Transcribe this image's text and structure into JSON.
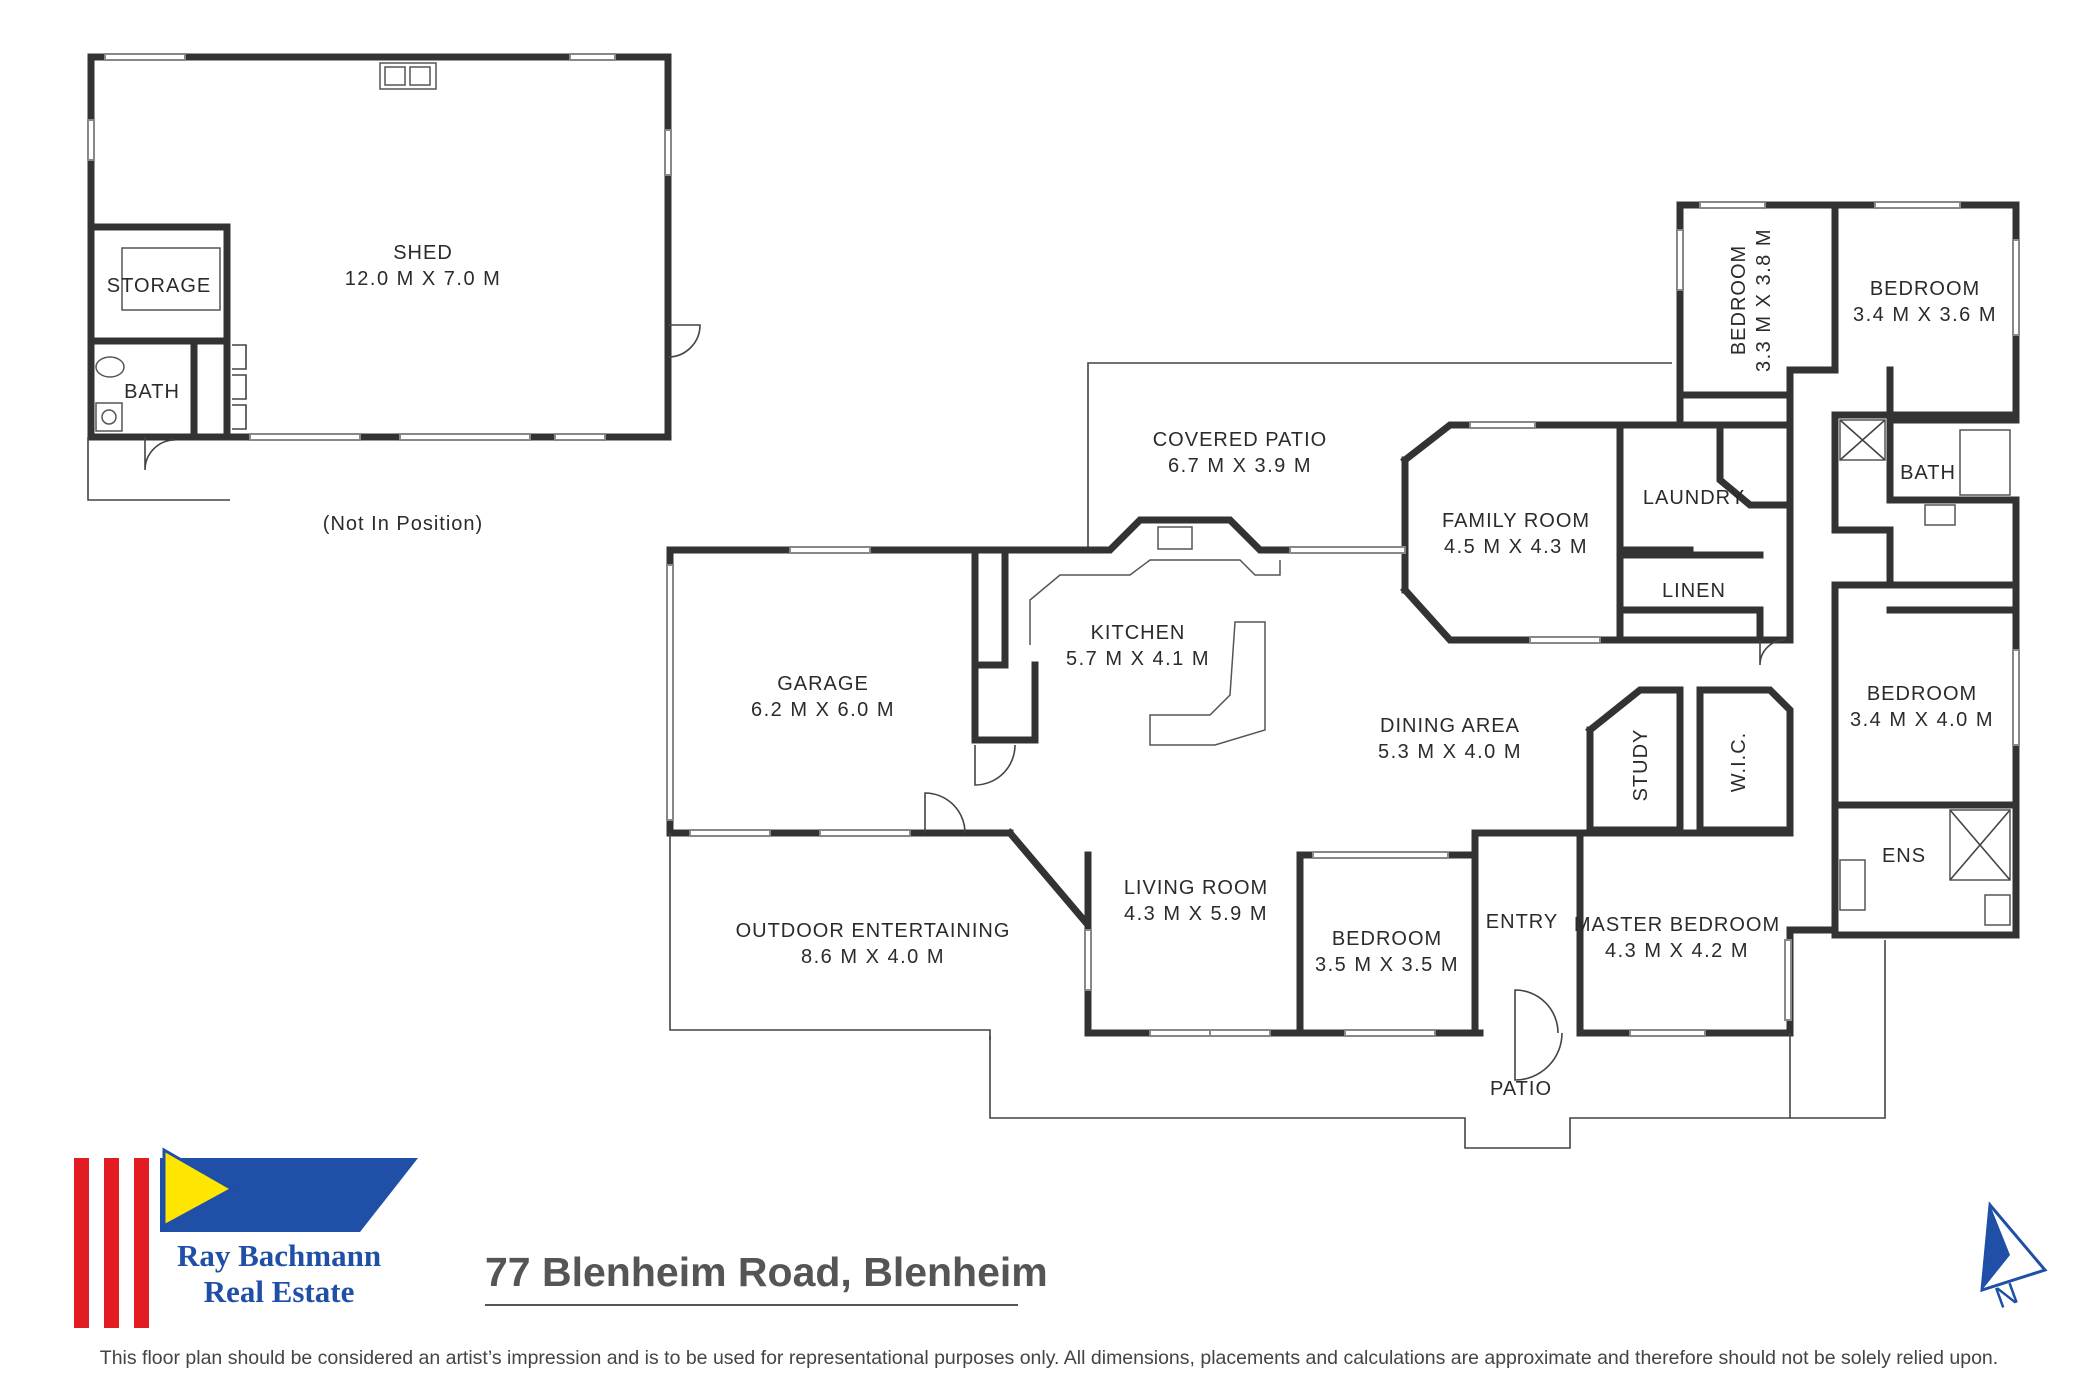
{
  "floorplan": {
    "rooms": {
      "shed": {
        "name": "SHED",
        "dim": "12.0 M X 7.0 M"
      },
      "storage": {
        "name": "STORAGE"
      },
      "shed_bath": {
        "name": "BATH"
      },
      "not_in_position": "(Not In Position)",
      "covered_patio": {
        "name": "COVERED PATIO",
        "dim": "6.7 M X 3.9 M"
      },
      "family_room": {
        "name": "FAMILY ROOM",
        "dim": "4.5 M X 4.3 M"
      },
      "laundry": {
        "name": "LAUNDRY"
      },
      "linen": {
        "name": "LINEN"
      },
      "bedroom_a": {
        "name": "BEDROOM",
        "dim": "3.3 M X 3.8 M"
      },
      "bedroom_b": {
        "name": "BEDROOM",
        "dim": "3.4 M X 3.6 M"
      },
      "bath": {
        "name": "BATH"
      },
      "kitchen": {
        "name": "KITCHEN",
        "dim": "5.7 M X 4.1 M"
      },
      "garage": {
        "name": "GARAGE",
        "dim": "6.2 M X 6.0 M"
      },
      "dining": {
        "name": "DINING AREA",
        "dim": "5.3 M X 4.0 M"
      },
      "study": {
        "name": "STUDY"
      },
      "wic": {
        "name": "W.I.C."
      },
      "bedroom_c": {
        "name": "BEDROOM",
        "dim": "3.4 M X 4.0 M"
      },
      "ens": {
        "name": "ENS"
      },
      "outdoor": {
        "name": "OUTDOOR ENTERTAINING",
        "dim": "8.6 M X 4.0 M"
      },
      "living": {
        "name": "LIVING ROOM",
        "dim": "4.3 M X 5.9 M"
      },
      "bedroom_d": {
        "name": "BEDROOM",
        "dim": "3.5 M X 3.5 M"
      },
      "entry": {
        "name": "ENTRY"
      },
      "master": {
        "name": "MASTER BEDROOM",
        "dim": "4.3 M X 4.2 M"
      },
      "patio": {
        "name": "PATIO"
      }
    },
    "compass_label": "N"
  },
  "brand": {
    "line1": "Ray Bachmann",
    "line2": "Real Estate"
  },
  "address": "77 Blenheim Road, Blenheim",
  "disclaimer": "This floor plan should be considered an artist’s impression and is to be used for representational purposes only. All dimensions, placements and calculations are approximate and therefore should not be solely relied upon.",
  "colors": {
    "wall": "#333333",
    "brand_red": "#e31b23",
    "brand_blue": "#1f4fa6",
    "brand_yellow": "#ffe600"
  }
}
